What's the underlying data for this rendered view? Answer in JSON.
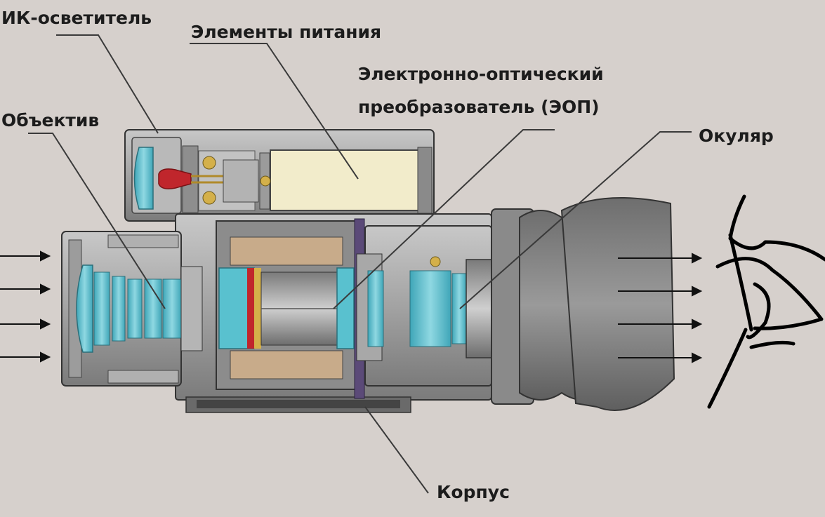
{
  "diagram": {
    "labels": {
      "ir_illuminator": "ИК-осветитель",
      "power_elements": "Элементы питания",
      "image_converter_line1": "Электронно-оптический",
      "image_converter_line2": "преобразователь (ЭОП)",
      "objective": "Объектив",
      "eyepiece": "Окуляр",
      "housing": "Корпус"
    },
    "colors": {
      "background": "#d6d0cc",
      "housing_gray": "#9a9a9a",
      "lens_cyan": "#4fb8c8",
      "battery_cream": "#f2eccb",
      "led_red": "#c0262c",
      "brown_pad": "#c8ab8a",
      "leader_line": "#3a3a3a",
      "light_arrow": "#111111"
    }
  }
}
